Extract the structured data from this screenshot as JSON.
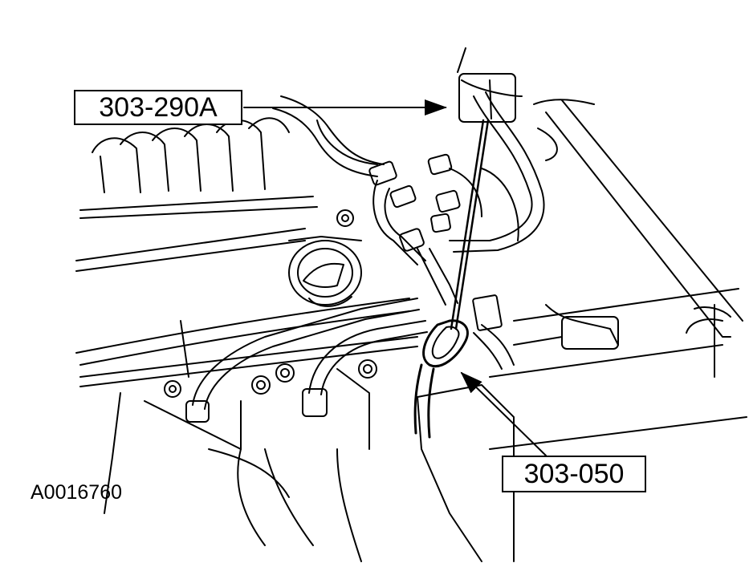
{
  "diagram": {
    "figure_id": "A0016760",
    "callouts": [
      {
        "label": "303-290A",
        "target": "tool shaft"
      },
      {
        "label": "303-050",
        "target": "hook tool"
      }
    ]
  },
  "colors": {
    "line": "#000000",
    "background": "#ffffff"
  }
}
